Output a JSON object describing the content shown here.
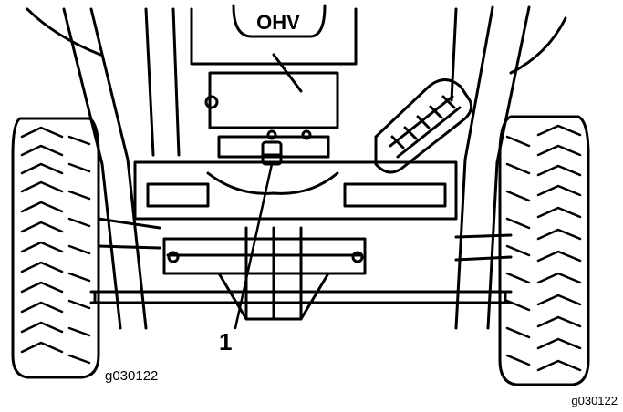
{
  "figure": {
    "engine_badge": "OHV",
    "callout": "1",
    "figure_id_inner": "g030122",
    "figure_id_outer": "g030122"
  }
}
